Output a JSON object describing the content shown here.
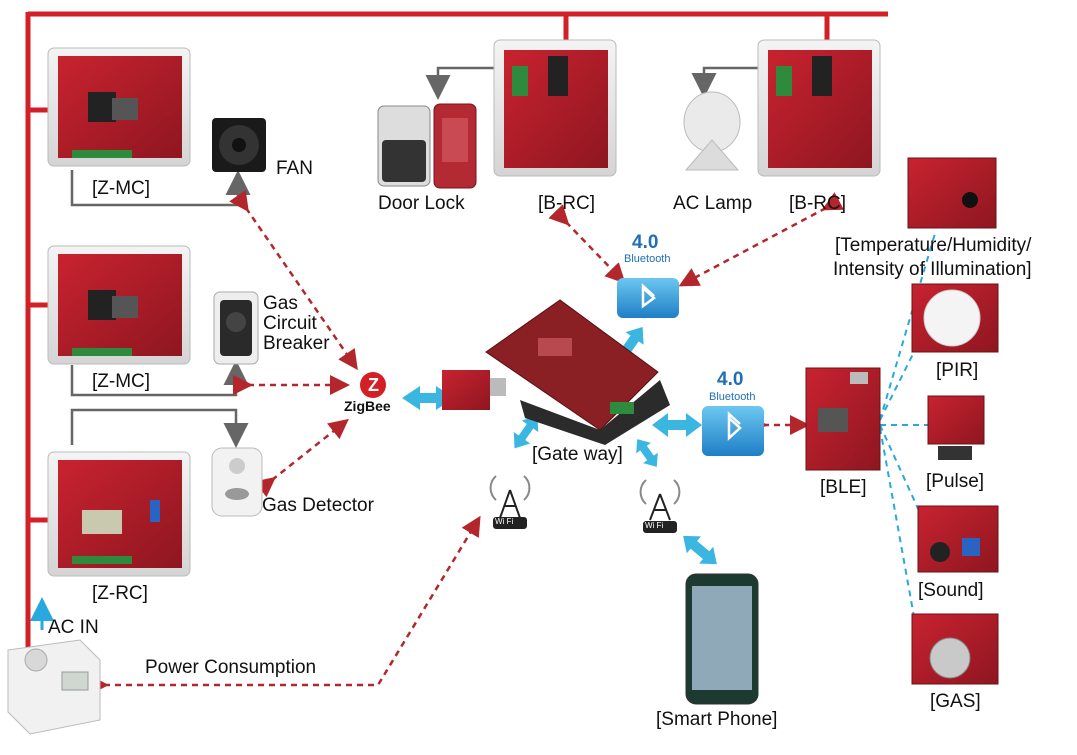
{
  "labels": {
    "zmc1": "[Z-MC]",
    "fan": "FAN",
    "zmc2": "[Z-MC]",
    "gas_cb_1": "Gas",
    "gas_cb_2": "Circuit",
    "gas_cb_3": "Breaker",
    "zrc": "[Z-RC]",
    "gas_detector": "Gas Detector",
    "ac_in": "AC IN",
    "power_consumption": "Power Consumption",
    "door_lock": "Door Lock",
    "brc1": "[B-RC]",
    "ac_lamp": "AC Lamp",
    "brc2": "[B-RC]",
    "gateway": "[Gate way]",
    "smart_phone": "[Smart Phone]",
    "ble": "[BLE]",
    "temp_1": "[Temperature/Humidity/",
    "temp_2": "Intensity of Illumination]",
    "pir": "[PIR]",
    "pulse": "[Pulse]",
    "sound": "[Sound]",
    "gas": "[GAS]",
    "zigbee": "ZigBee",
    "bt_version": "4.0",
    "bluetooth": "Bluetooth",
    "wifi": "Wi Fi"
  },
  "colors": {
    "power_line": "#d32027",
    "wireless_link": "#b3262b",
    "ble_sensor_link": "#29a8df",
    "gateway_link": "#3bb6e1",
    "board_red": "#b31f2a",
    "case_gray": "#d8d8d8"
  },
  "icons": {
    "zigbee": "zigbee-logo-icon",
    "bluetooth": "bluetooth-icon",
    "wifi": "wifi-tower-icon"
  }
}
